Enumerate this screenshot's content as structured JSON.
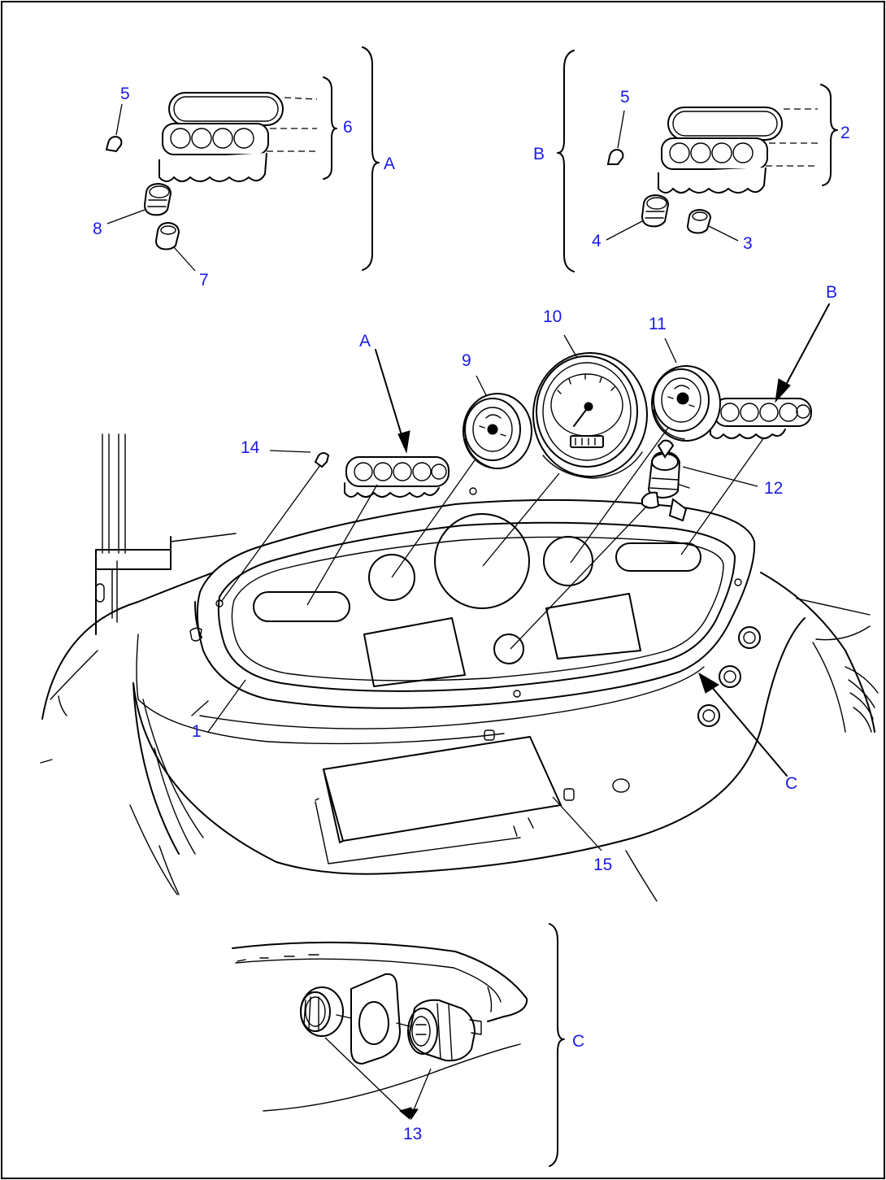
{
  "callouts": {
    "n1": "1",
    "n2": "2",
    "n3": "3",
    "n4": "4",
    "n5a": "5",
    "n5b": "5",
    "n6": "6",
    "n7": "7",
    "n8": "8",
    "n9": "9",
    "n10": "10",
    "n11": "11",
    "n12": "12",
    "n13": "13",
    "n14": "14",
    "n15": "15"
  },
  "views": {
    "A_detail": "A",
    "B_detail": "B",
    "C_detail": "C",
    "A_arrow": "A",
    "B_arrow": "B",
    "C_arrow": "C"
  }
}
